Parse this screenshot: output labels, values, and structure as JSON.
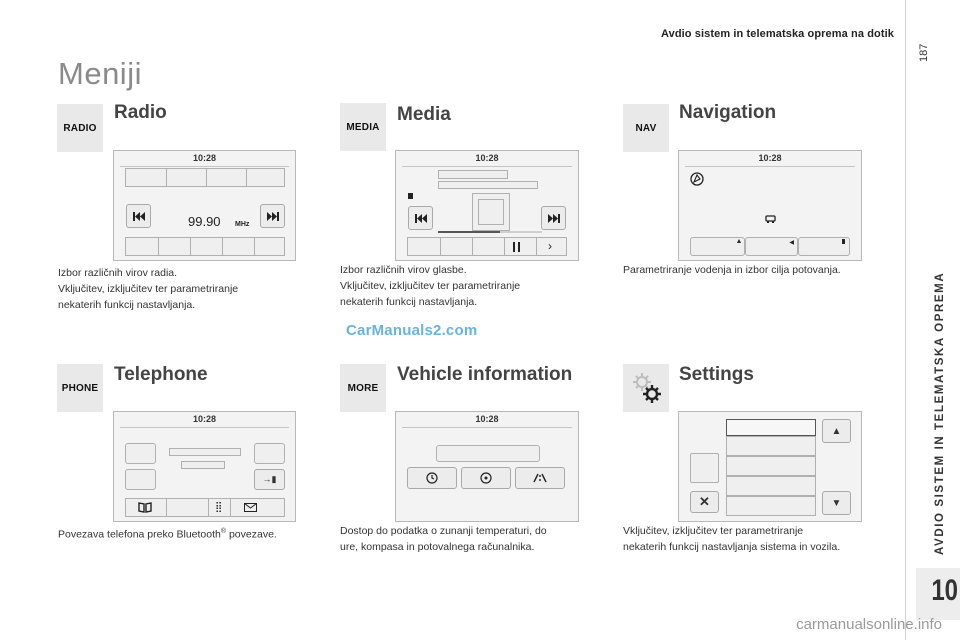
{
  "header": {
    "running_head": "Avdio sistem in telematska oprema na dotik",
    "page_number": "187",
    "side_title": "AVDIO SISTEM IN TELEMATSKA OPREMA",
    "chapter": "10"
  },
  "page_title": "Meniji",
  "watermark": "CarManuals2.com",
  "footer_watermark": "carmanualsonline.info",
  "screen_time": "10:28",
  "sections": {
    "radio": {
      "badge": "RADIO",
      "title": "Radio",
      "frequency": "99.90",
      "unit": "MHz",
      "description": [
        "Izbor različnih virov radia.",
        "Vključitev, izključitev ter parametriranje",
        "nekaterih funkcij nastavljanja."
      ]
    },
    "media": {
      "badge": "MEDIA",
      "title": "Media",
      "description": [
        "Izbor različnih virov glasbe.",
        "Vključitev, izključitev ter parametriranje",
        "nekaterih funkcij nastavljanja."
      ]
    },
    "navigation": {
      "badge": "NAV",
      "title": "Navigation",
      "description": [
        "Parametriranje vodenja in izbor cilja potovanja."
      ]
    },
    "telephone": {
      "badge": "PHONE",
      "title": "Telephone",
      "description_before": "Povezava telefona preko Bluetooth",
      "description_sup": "®",
      "description_after": " povezave."
    },
    "vehicle": {
      "badge": "MORE",
      "title": "Vehicle information",
      "description": [
        "Dostop do podatka o zunanji temperaturi, do",
        "ure, kompasa in potovalnega računalnika."
      ]
    },
    "settings": {
      "title": "Settings",
      "description": [
        "Vključitev, izključitev ter parametriranje",
        "nekaterih funkcij nastavljanja sistema in vozila."
      ]
    }
  }
}
